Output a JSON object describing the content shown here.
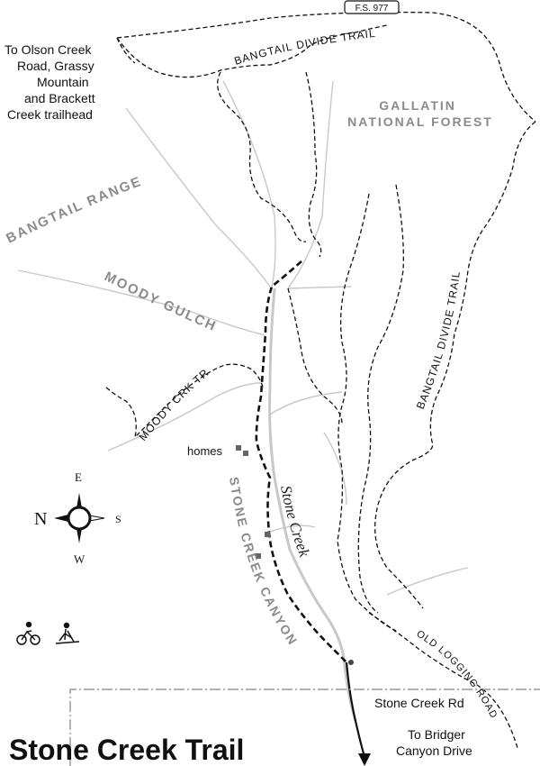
{
  "title": "Stone Creek Trail",
  "labels": {
    "road_sign": "F.S. 977",
    "olson": [
      "To Olson Creek",
      "Road, Grassy",
      "Mountain",
      "and Brackett",
      "Creek trailhead"
    ],
    "gallatin": [
      "GALLATIN",
      "NATIONAL FOREST"
    ],
    "bangtail_divide_top": "BANGTAIL DIVIDE TRAIL",
    "bangtail_divide_right": "BANGTAIL DIVIDE TRAIL",
    "bangtail_range": "BANGTAIL RANGE",
    "moody_gulch": "MOODY GULCH",
    "moody_crk_tr": "MOODY CRK TR",
    "homes": "homes",
    "stone_creek_canyon": "STONE CREEK CANYON",
    "stone_creek": "Stone Creek",
    "old_logging_road": "OLD LOGGING ROAD",
    "stone_creek_rd": "Stone Creek Rd",
    "to_bridger": [
      "To Bridger",
      "Canyon Drive"
    ]
  },
  "compass": {
    "n": "N",
    "e": "E",
    "s": "S",
    "w": "W"
  },
  "activities": [
    "mountain-biking-icon",
    "cross-country-skiing-icon"
  ]
}
